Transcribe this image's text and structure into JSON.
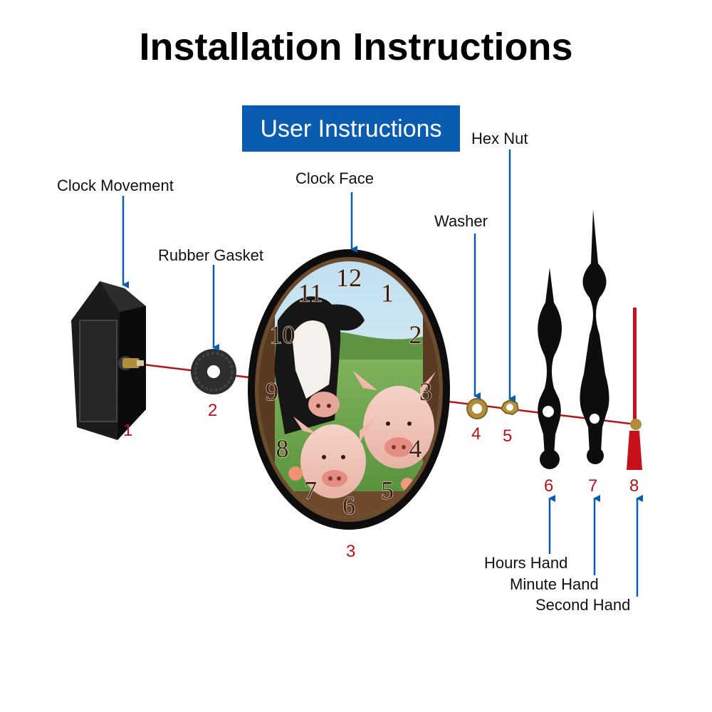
{
  "title": "Installation Instructions",
  "banner": {
    "label": "User Instructions"
  },
  "colors": {
    "banner_bg": "#0a5cb1",
    "arrow": "#0a5cb1",
    "axis_line": "#b5121b",
    "part_number": "#b5121b",
    "second_hand": "#c8101a",
    "brass": "#b08d3a"
  },
  "parts": [
    {
      "number": "1",
      "label": "Clock Movement"
    },
    {
      "number": "2",
      "label": "Rubber Gasket"
    },
    {
      "number": "3",
      "label": "Clock Face"
    },
    {
      "number": "4",
      "label": "Washer"
    },
    {
      "number": "5",
      "label": "Hex Nut"
    },
    {
      "number": "6",
      "label": "Hours Hand"
    },
    {
      "number": "7",
      "label": "Minute Hand"
    },
    {
      "number": "8",
      "label": "Second Hand"
    }
  ],
  "dial_numbers": [
    "12",
    "1",
    "2",
    "3",
    "4",
    "5",
    "6",
    "7",
    "8",
    "9",
    "10",
    "11"
  ]
}
